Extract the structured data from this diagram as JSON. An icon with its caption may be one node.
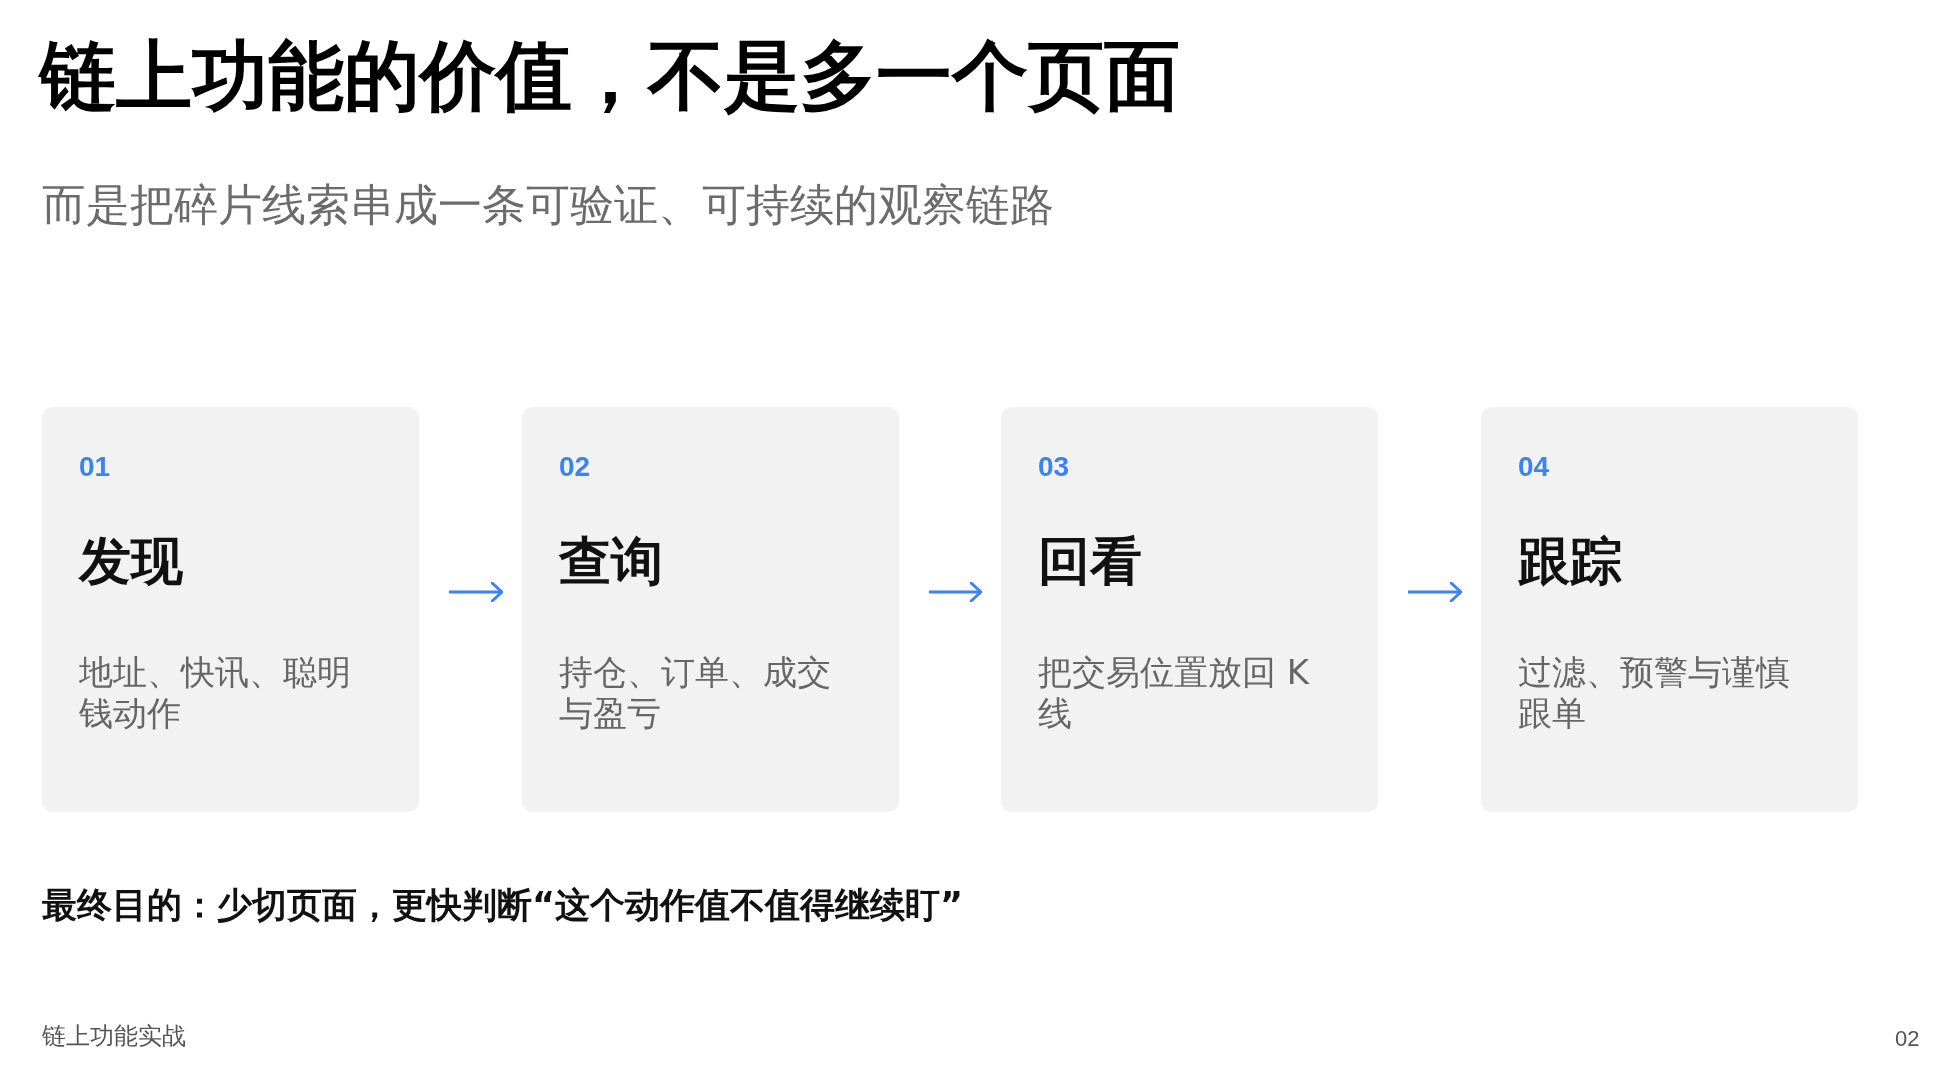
{
  "diagram": {
    "title": "链上功能的价值，不是多一个页面",
    "nodes": [
      {
        "text": [
          "01",
          "发现",
          "地址、快讯、聪明钱动作"
        ]
      },
      {
        "text": [
          "02",
          "查询",
          "持仓、订单、成交与盈亏"
        ]
      },
      {
        "text": [
          "03",
          "回看",
          "把交易位置放回 K 线"
        ]
      },
      {
        "text": [
          "04",
          "跟踪",
          "过滤、预警与谨慎跟单"
        ]
      }
    ],
    "edges": [
      {
        "from": 0,
        "to": 1,
        "arrow": "to"
      },
      {
        "from": 1,
        "to": 2,
        "arrow": "to"
      },
      {
        "from": 2,
        "to": 3,
        "arrow": "to"
      }
    ],
    "labels": [
      "而是把碎片线索串成一条可验证、可持续的观察链路",
      "最终目的：少切页面，更快判断“这个动作值不值得继续盯”",
      "链上功能实战",
      "02"
    ]
  }
}
